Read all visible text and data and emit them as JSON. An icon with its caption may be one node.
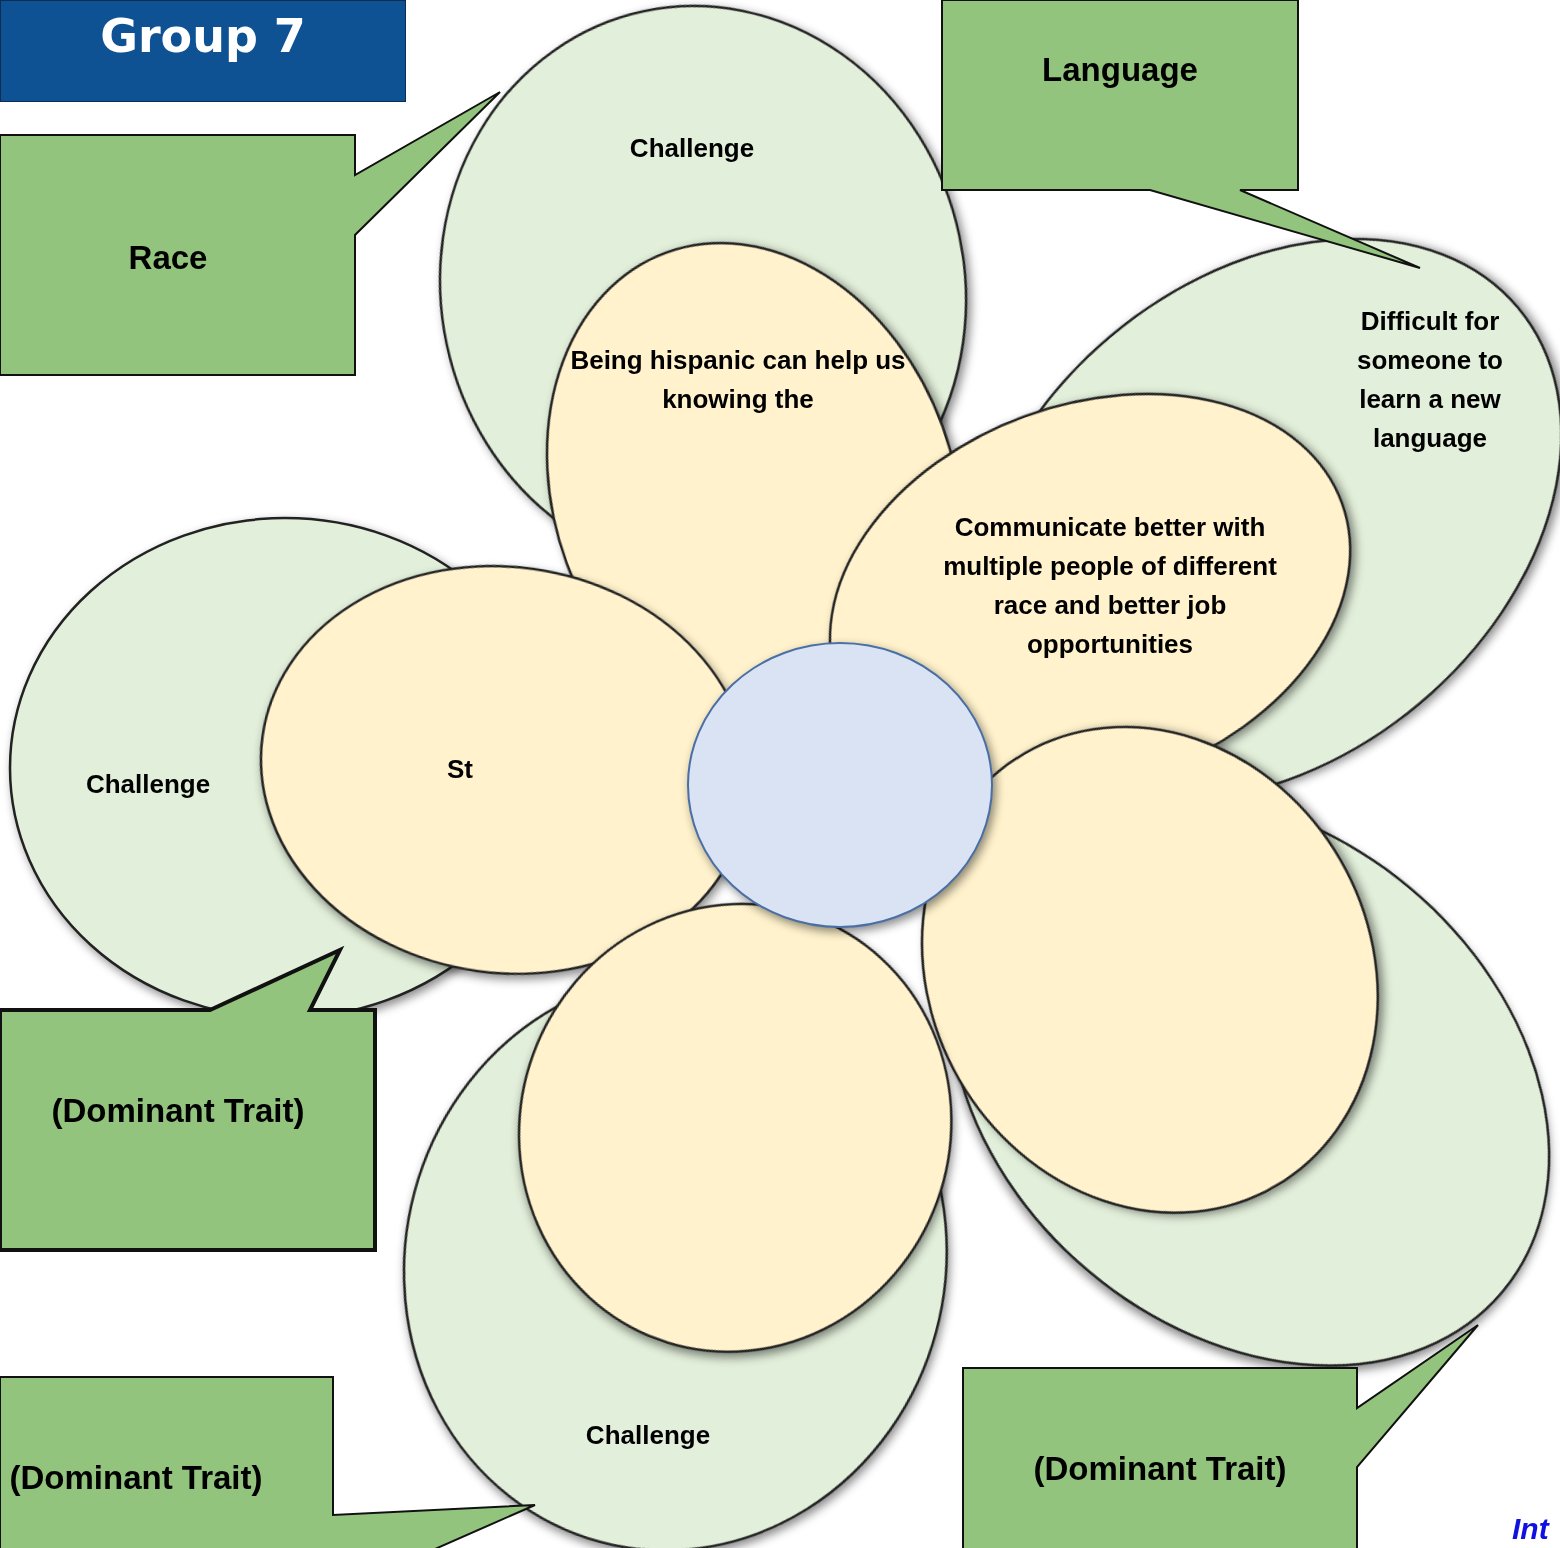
{
  "diagram": {
    "title": "Group 7",
    "nodes": [
      {
        "text": [
          "Language"
        ]
      },
      {
        "text": [
          "Race"
        ]
      },
      {
        "text": [
          "Challenge"
        ]
      },
      {
        "text": [
          "Being hispanic can help us knowing the"
        ]
      },
      {
        "text": [
          "Difficult for someone to learn a new language"
        ]
      },
      {
        "text": [
          "Communicate better with multiple people of different race and better job opportunities"
        ]
      },
      {
        "text": [
          "Challenge"
        ]
      },
      {
        "text": [
          "St"
        ]
      },
      {
        "text": [],
        "shape": "circle"
      },
      {
        "text": [],
        "shape": "ellipse"
      },
      {
        "text": [],
        "shape": "ellipse"
      },
      {
        "text": [
          "Challenge"
        ]
      },
      {
        "text": [],
        "shape": "ellipse"
      },
      {
        "text": [
          "(Dominant Trait)"
        ]
      },
      {
        "text": [
          "(Dominant Trait)"
        ]
      },
      {
        "text": [
          "(Dominant Trait)"
        ]
      }
    ],
    "labels": [
      "Int"
    ]
  }
}
